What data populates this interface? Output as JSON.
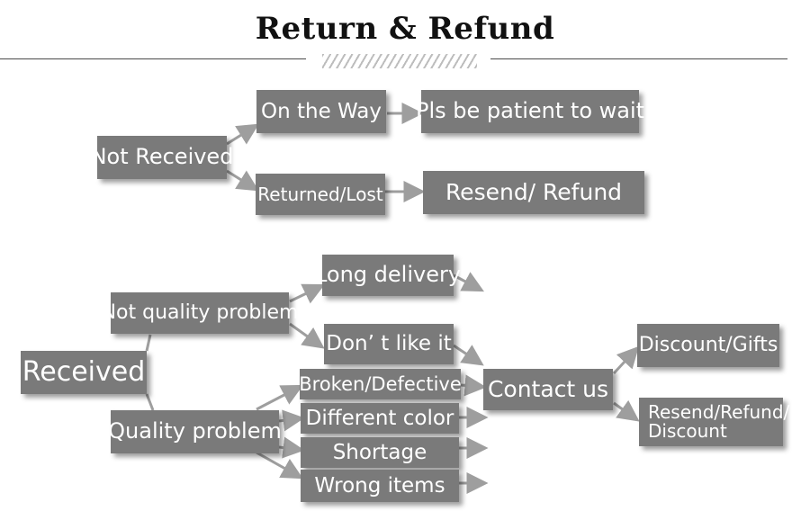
{
  "title": "Return & Refund",
  "not_received": {
    "root": "Not Received",
    "on_the_way": "On the Way",
    "wait": "Pls be patient to wait",
    "returned_lost": "Returned/Lost",
    "resend_refund": "Resend/ Refund"
  },
  "received": {
    "root": "Received",
    "not_quality_problem": "Not quality problem",
    "long_delivery": "Long delivery",
    "dont_like": "Don’ t like it",
    "quality_problem": "Quality problem",
    "broken": "Broken/Defective",
    "different_color": "Different color",
    "shortage": "Shortage",
    "wrong_items": "Wrong items",
    "contact_us": "Contact us",
    "discount_gifts": "Discount/Gifts",
    "resend_refund_discount": "Resend/Refund/ Discount"
  },
  "colors": {
    "box": "#7a7a7a",
    "text": "#ffffff",
    "arrow": "#9e9e9e"
  }
}
